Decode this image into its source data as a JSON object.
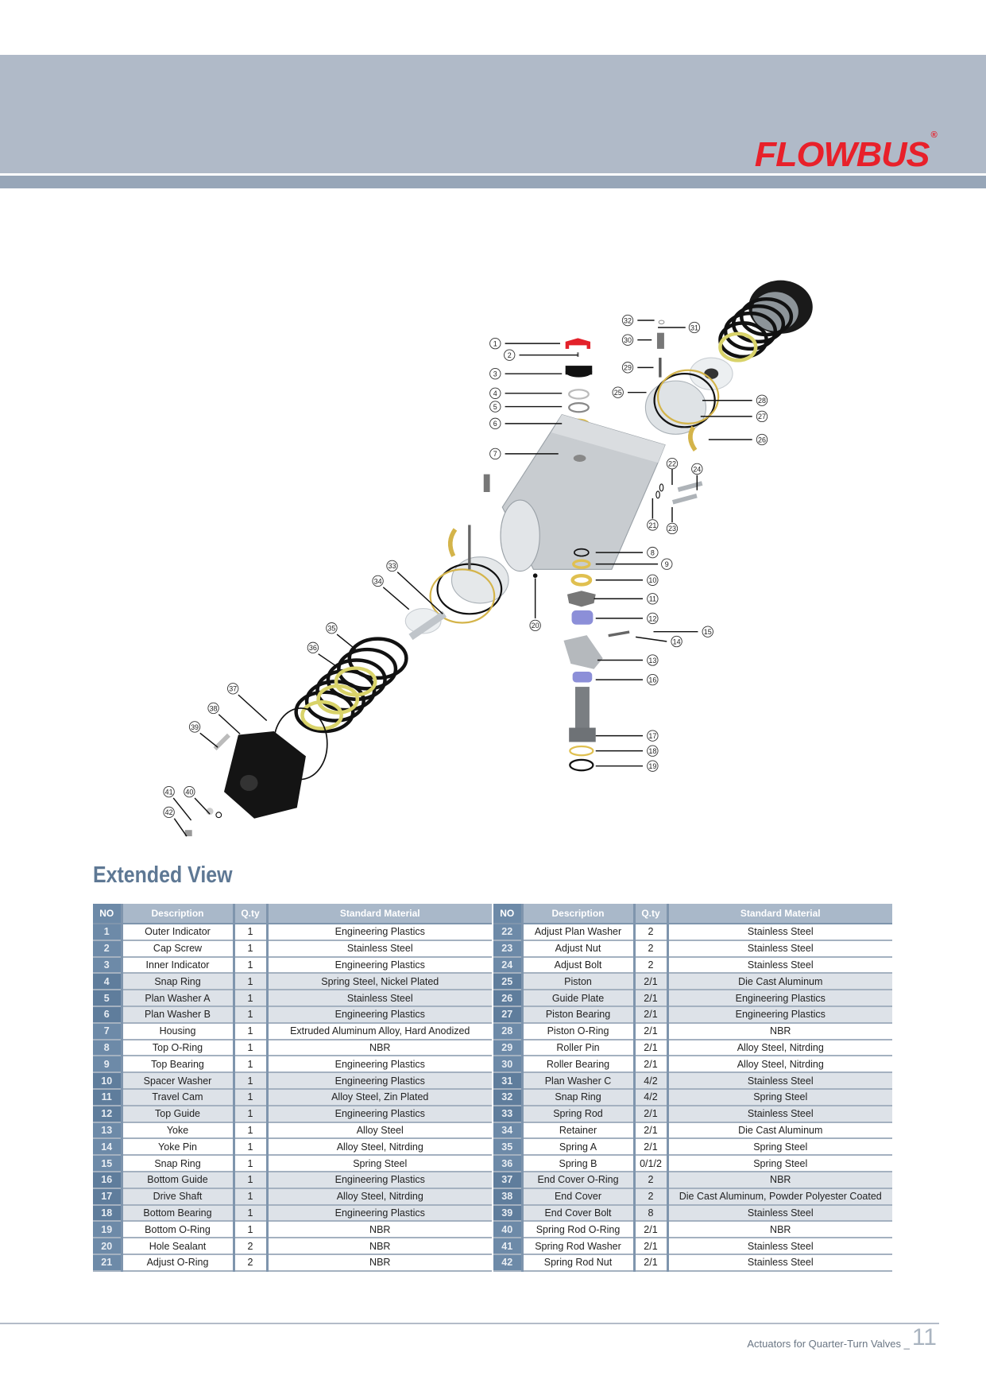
{
  "header": {
    "brand": "FLOWBUS",
    "registered": "®",
    "brand_color": "#e8202a"
  },
  "diagram": {
    "callouts": [
      "1",
      "2",
      "3",
      "4",
      "5",
      "6",
      "7",
      "8",
      "9",
      "10",
      "11",
      "12",
      "13",
      "14",
      "15",
      "16",
      "17",
      "18",
      "19",
      "20",
      "21",
      "22",
      "23",
      "24",
      "25",
      "26",
      "27",
      "28",
      "29",
      "30",
      "31",
      "32",
      "33",
      "34",
      "35",
      "36",
      "37",
      "38",
      "39",
      "40",
      "41",
      "42"
    ]
  },
  "section_title": "Extended View",
  "table": {
    "headers": [
      "NO",
      "Description",
      "Q.ty",
      "Standard Material"
    ],
    "left_rows": [
      [
        "1",
        "Outer Indicator",
        "1",
        "Engineering Plastics"
      ],
      [
        "2",
        "Cap Screw",
        "1",
        "Stainless Steel"
      ],
      [
        "3",
        "Inner Indicator",
        "1",
        "Engineering Plastics"
      ],
      [
        "4",
        "Snap Ring",
        "1",
        "Spring Steel, Nickel Plated"
      ],
      [
        "5",
        "Plan Washer A",
        "1",
        "Stainless Steel"
      ],
      [
        "6",
        "Plan Washer B",
        "1",
        "Engineering Plastics"
      ],
      [
        "7",
        "Housing",
        "1",
        "Extruded Aluminum Alloy, Hard Anodized"
      ],
      [
        "8",
        "Top O-Ring",
        "1",
        "NBR"
      ],
      [
        "9",
        "Top Bearing",
        "1",
        "Engineering Plastics"
      ],
      [
        "10",
        "Spacer Washer",
        "1",
        "Engineering Plastics"
      ],
      [
        "11",
        "Travel Cam",
        "1",
        "Alloy Steel, Zin Plated"
      ],
      [
        "12",
        "Top Guide",
        "1",
        "Engineering Plastics"
      ],
      [
        "13",
        "Yoke",
        "1",
        "Alloy Steel"
      ],
      [
        "14",
        "Yoke Pin",
        "1",
        "Alloy Steel, Nitrding"
      ],
      [
        "15",
        "Snap Ring",
        "1",
        "Spring Steel"
      ],
      [
        "16",
        "Bottom Guide",
        "1",
        "Engineering Plastics"
      ],
      [
        "17",
        "Drive Shaft",
        "1",
        "Alloy Steel, Nitrding"
      ],
      [
        "18",
        "Bottom Bearing",
        "1",
        "Engineering Plastics"
      ],
      [
        "19",
        "Bottom O-Ring",
        "1",
        "NBR"
      ],
      [
        "20",
        "Hole Sealant",
        "2",
        "NBR"
      ],
      [
        "21",
        "Adjust O-Ring",
        "2",
        "NBR"
      ]
    ],
    "right_rows": [
      [
        "22",
        "Adjust Plan Washer",
        "2",
        "Stainless Steel"
      ],
      [
        "23",
        "Adjust Nut",
        "2",
        "Stainless Steel"
      ],
      [
        "24",
        "Adjust Bolt",
        "2",
        "Stainless Steel"
      ],
      [
        "25",
        "Piston",
        "2/1",
        "Die Cast Aluminum"
      ],
      [
        "26",
        "Guide Plate",
        "2/1",
        "Engineering Plastics"
      ],
      [
        "27",
        "Piston Bearing",
        "2/1",
        "Engineering Plastics"
      ],
      [
        "28",
        "Piston O-Ring",
        "2/1",
        "NBR"
      ],
      [
        "29",
        "Roller Pin",
        "2/1",
        "Alloy Steel, Nitrding"
      ],
      [
        "30",
        "Roller Bearing",
        "2/1",
        "Alloy Steel, Nitrding"
      ],
      [
        "31",
        "Plan Washer C",
        "4/2",
        "Stainless Steel"
      ],
      [
        "32",
        "Snap Ring",
        "4/2",
        "Spring Steel"
      ],
      [
        "33",
        "Spring Rod",
        "2/1",
        "Stainless Steel"
      ],
      [
        "34",
        "Retainer",
        "2/1",
        "Die Cast Aluminum"
      ],
      [
        "35",
        "Spring A",
        "2/1",
        "Spring Steel"
      ],
      [
        "36",
        "Spring B",
        "0/1/2",
        "Spring Steel"
      ],
      [
        "37",
        "End Cover O-Ring",
        "2",
        "NBR"
      ],
      [
        "38",
        "End Cover",
        "2",
        "Die Cast Aluminum, Powder Polyester Coated"
      ],
      [
        "39",
        "End Cover Bolt",
        "8",
        "Stainless Steel"
      ],
      [
        "40",
        "Spring Rod  O-Ring",
        "2/1",
        "NBR"
      ],
      [
        "41",
        "Spring Rod Washer",
        "2/1",
        "Stainless Steel"
      ],
      [
        "42",
        "Spring Rod Nut",
        "2/1",
        "Stainless Steel"
      ]
    ]
  },
  "footer": {
    "text": "Actuators for Quarter-Turn Valves _",
    "page": "11"
  }
}
